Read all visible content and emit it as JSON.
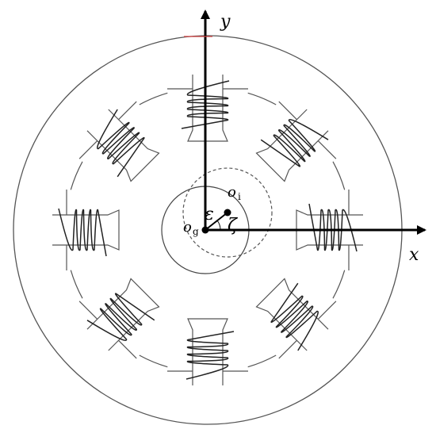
{
  "diagram": {
    "pole_count": 8,
    "labels": {
      "y_axis": "y",
      "x_axis": "x",
      "rotor_center": "o",
      "rotor_center_sub": "i",
      "stator_center": "o",
      "stator_center_sub": "g",
      "eccentricity": "ε",
      "angle": "ζ"
    }
  }
}
